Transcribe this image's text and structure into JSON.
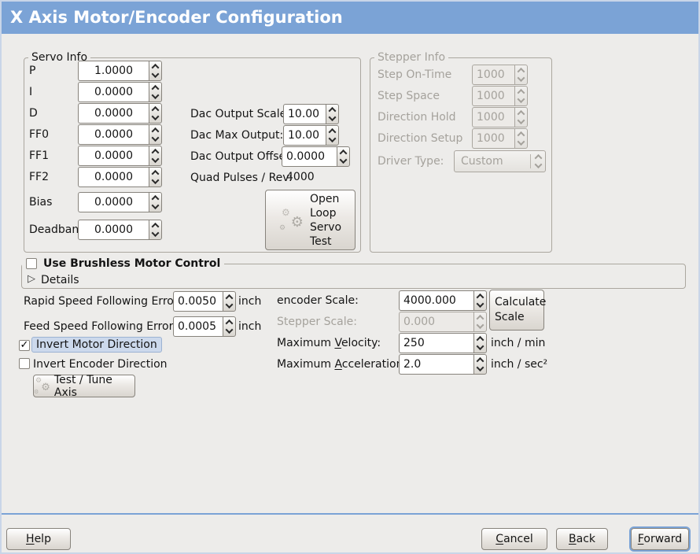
{
  "window": {
    "title": "X Axis Motor/Encoder Configuration"
  },
  "servo_info": {
    "title": "Servo Info",
    "params": [
      {
        "label": "P",
        "value": "1.0000"
      },
      {
        "label": "I",
        "value": "0.0000"
      },
      {
        "label": "D",
        "value": "0.0000"
      },
      {
        "label": "FF0",
        "value": "0.0000"
      },
      {
        "label": "FF1",
        "value": "0.0000"
      },
      {
        "label": "FF2",
        "value": "0.0000"
      },
      {
        "label": "Bias",
        "value": "0.0000"
      },
      {
        "label": "Deadband",
        "value": "0.0000"
      }
    ],
    "dac": [
      {
        "label": "Dac Output Scale:",
        "value": "10.00"
      },
      {
        "label": "Dac Max Output:",
        "value": "10.00"
      },
      {
        "label": "Dac Output Offset:",
        "value": "0.0000"
      }
    ],
    "quad_pulses_label": "Quad Pulses / Rev:",
    "quad_pulses_value": "4000",
    "open_loop_button_lines": [
      "Open",
      "Loop",
      "Servo",
      "Test"
    ]
  },
  "stepper_info": {
    "title": "Stepper Info",
    "params": [
      {
        "label": "Step On-Time",
        "value": "1000"
      },
      {
        "label": "Step Space",
        "value": "1000"
      },
      {
        "label": "Direction Hold",
        "value": "1000"
      },
      {
        "label": "Direction Setup",
        "value": "1000"
      }
    ],
    "driver_type_label": "Driver Type:",
    "driver_type_value": "Custom"
  },
  "brushless": {
    "checkbox_label": "Use Brushless Motor Control",
    "checkbox_checked": false,
    "details_label": "Details"
  },
  "following_error": [
    {
      "label": "Rapid Speed Following Error:",
      "value": "0.0050",
      "unit": "inch"
    },
    {
      "label": "Feed Speed Following Error:",
      "value": "0.0005",
      "unit": "inch"
    }
  ],
  "direction": [
    {
      "label": "Invert Motor Direction",
      "checked": true
    },
    {
      "label": "Invert Encoder Direction",
      "checked": false
    }
  ],
  "test_tune_button_label": "Test / Tune Axis",
  "scale_fields": {
    "encoder_scale_label": "encoder Scale:",
    "encoder_scale_value": "4000.000",
    "stepper_scale_label": "Stepper Scale:",
    "stepper_scale_value": "0.000",
    "velocity_label": {
      "pre": "Maximum ",
      "mn": "V",
      "post": "elocity:"
    },
    "velocity_value": "250",
    "velocity_unit": "inch / min",
    "accel_label": {
      "pre": "Maximum ",
      "mn": "A",
      "post": "cceleration:"
    },
    "accel_value": "2.0",
    "accel_unit": "inch / sec²",
    "calculate_button_lines": [
      "Calculate",
      "Scale"
    ]
  },
  "footer": {
    "help": {
      "mn": "H",
      "post": "elp"
    },
    "cancel": {
      "mn": "C",
      "post": "ancel"
    },
    "back": {
      "mn": "B",
      "post": "ack"
    },
    "forward": {
      "mn": "F",
      "post": "orward"
    }
  },
  "icons": {
    "gears": "⚙",
    "expander_collapsed": "▷",
    "check": "✓"
  },
  "colors": {
    "titlebar": "#7BA3D6",
    "separator": "#7BA3D6",
    "focus_ring": "#7BA3D6",
    "highlight_bg": "#CCD9EC",
    "window_bg": "#EDECEA",
    "disabled_text": "#A5A29C"
  }
}
